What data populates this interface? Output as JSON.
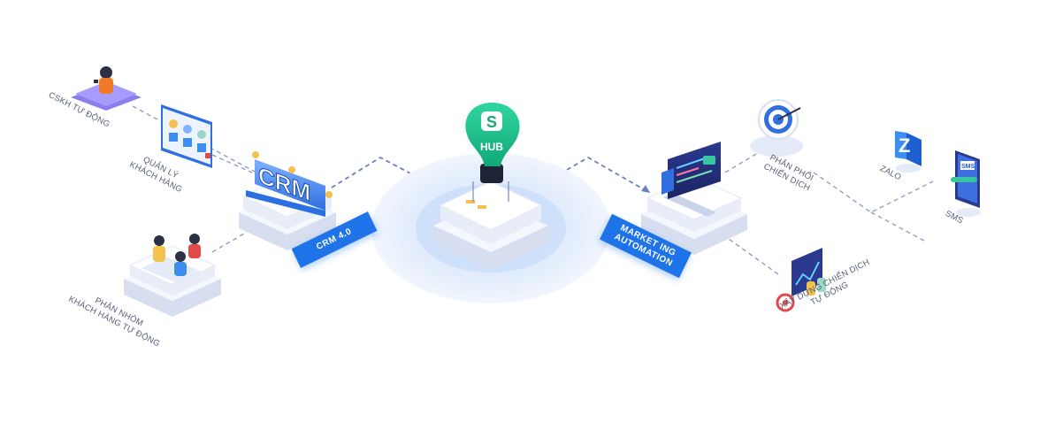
{
  "hub": {
    "logo_letter": "S",
    "label": "HUB"
  },
  "crm_sign": "CRM",
  "tags": {
    "crm": "CRM 4.0",
    "marketing_line1": "MARKET ING",
    "marketing_line2": "AUTOMATION"
  },
  "labels": {
    "cskh": "CSKH TỰ ĐỘNG",
    "quan_ly_1": "QUẢN LÝ",
    "quan_ly_2": "KHÁCH HÀNG",
    "phan_nhom_1": "PHÂN NHÓM",
    "phan_nhom_2": "KHÁCH HÀNG TỰ ĐỘNG",
    "phan_phoi_1": "PHÂN PHỐI",
    "phan_phoi_2": "CHIẾN DỊCH",
    "xay_dung_1": "XÂY DỰNG CHIẾN DỊCH",
    "xay_dung_2": "TỰ ĐỘNG",
    "zalo": "ZALO",
    "sms": "SMS"
  },
  "icons": {
    "zalo_letter": "Z",
    "sms_text": "SMS"
  },
  "colors": {
    "accent": "#1e73e8",
    "hub_green": "#1fc08e",
    "platform": "#eef2fb",
    "glow": "#dce9fb",
    "dash": "#8090c0"
  }
}
